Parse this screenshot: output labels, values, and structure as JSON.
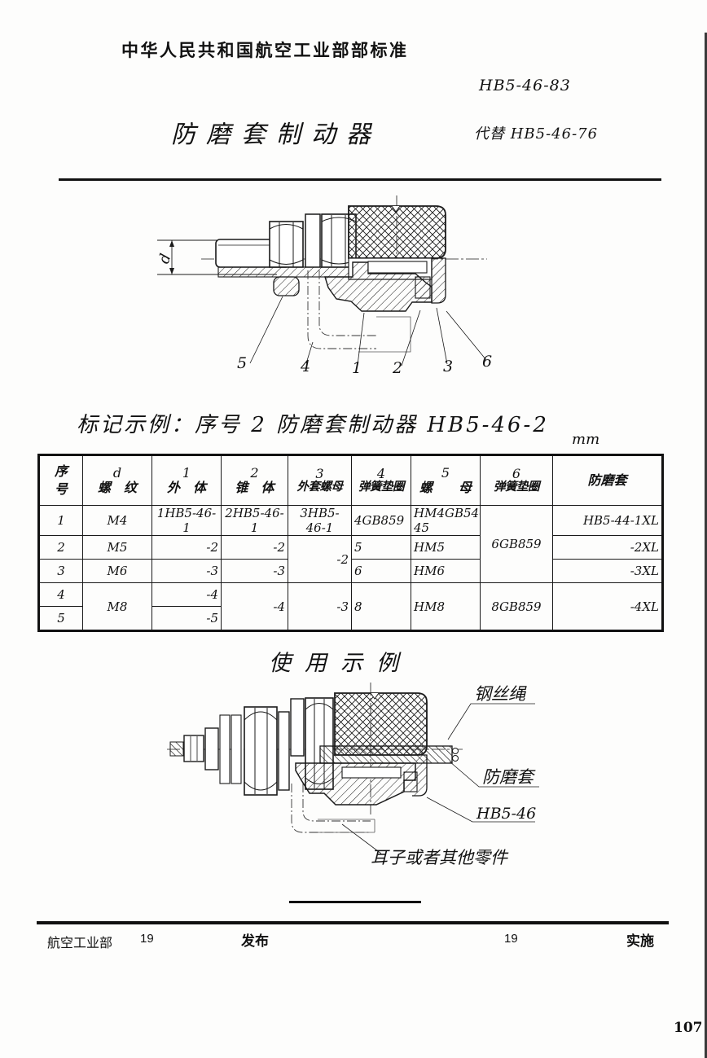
{
  "page": {
    "org_title": "中华人民共和国航空工业部部标准",
    "standard_no": "HB5-46-83",
    "doc_title": "防磨套制动器",
    "replaces": "代替 HB5-46-76",
    "page_number": "107"
  },
  "figure1": {
    "dim_label": "d",
    "callouts": [
      "5",
      "4",
      "1",
      "2",
      "3",
      "6"
    ]
  },
  "marking_example": "标记示例：序号 2 防磨套制动器 HB5-46-2",
  "unit": "mm",
  "table": {
    "headers": {
      "seq": "序号",
      "thread_num": "d",
      "thread": "螺　纹",
      "body_num": "1",
      "body": "外　体",
      "cone_num": "2",
      "cone": "锥　体",
      "cap_nut_num": "3",
      "cap_nut": "外套螺母",
      "washer_a_num": "4",
      "washer_a": "弹簧垫圈",
      "nut_num": "5",
      "nut": "螺　　母",
      "washer_b_num": "6",
      "washer_b": "弹簧垫圈",
      "sleeve": "防磨套"
    },
    "rows": [
      {
        "seq": "1",
        "thread": "M4",
        "body": "1HB5-46-1",
        "cone": "2HB5-46-1",
        "cap_nut": "3HB5-46-1",
        "washer_a": "4GB859",
        "nut": "HM4GB54-45",
        "washer_b": "6GB859",
        "sleeve": "HB5-44-1XL"
      },
      {
        "seq": "2",
        "thread": "M5",
        "body": "-2",
        "cone": "-2",
        "cap_nut": "-2",
        "washer_a": "5",
        "nut": "HM5",
        "sleeve": "-2XL"
      },
      {
        "seq": "3",
        "thread": "M6",
        "body": "-3",
        "cone": "-3",
        "washer_a": "6",
        "nut": "HM6",
        "sleeve": "-3XL"
      },
      {
        "seq": "4",
        "thread": "M8",
        "body": "-4",
        "cone": "-4",
        "cap_nut": "-3",
        "washer_a": "8",
        "nut": "HM8",
        "washer_b": "8GB859",
        "sleeve": "-4XL"
      },
      {
        "seq": "5",
        "body": "-5"
      }
    ]
  },
  "usage": {
    "title": "使用示例",
    "labels": {
      "wire_rope": "钢丝绳",
      "sleeve": "防磨套",
      "standard": "HB5-46",
      "lug": "耳子或者其他零件"
    }
  },
  "footer": {
    "issuer": "航空工业部",
    "issue_year": "19",
    "publish": "发布",
    "impl_year": "19",
    "implement": "实施"
  }
}
